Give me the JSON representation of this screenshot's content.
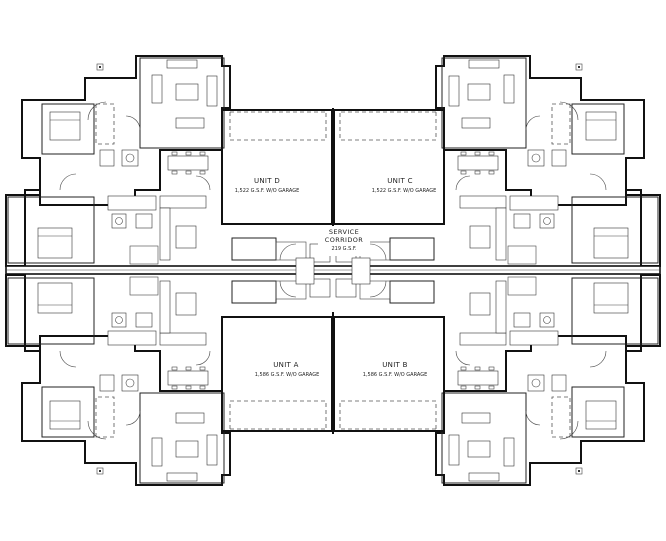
{
  "units": [
    {
      "id": "unit-d",
      "name": "UNIT D",
      "area": "1,522 G.S.F. W/O GARAGE"
    },
    {
      "id": "unit-c",
      "name": "UNIT C",
      "area": "1,522 G.S.F. W/O GARAGE"
    },
    {
      "id": "unit-a",
      "name": "UNIT A",
      "area": "1,586 G.S.F. W/O GARAGE"
    },
    {
      "id": "unit-b",
      "name": "UNIT B",
      "area": "1,586 G.S.F. W/O GARAGE"
    }
  ],
  "service_corridor": {
    "line1": "SERVICE",
    "line2": "CORRIDOR",
    "area": "219 G.S.F."
  }
}
